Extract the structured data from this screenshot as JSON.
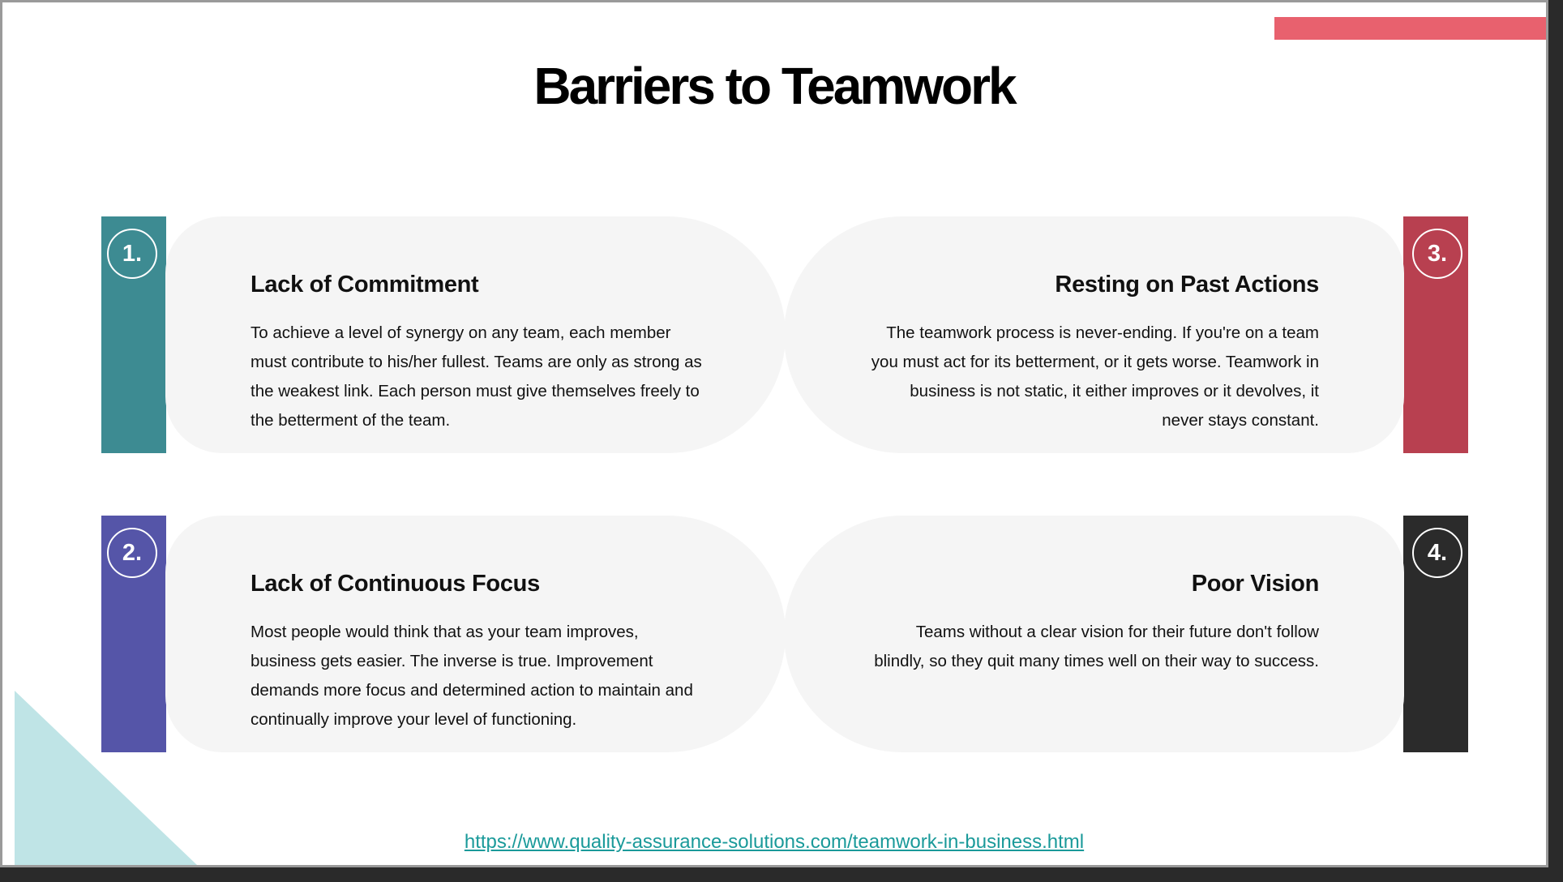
{
  "slide": {
    "title": "Barriers to Teamwork",
    "source_url": "https://www.quality-assurance-solutions.com/teamwork-in-business.html"
  },
  "colors": {
    "accent_top": "#e8616e",
    "corner_triangle": "#bfe4e6",
    "card_fill": "#f5f5f5",
    "link": "#1a9a9a"
  },
  "cards": [
    {
      "number": "1.",
      "heading": "Lack of Commitment",
      "body": "To achieve a level of synergy on any team, each member must contribute to his/her fullest. Teams are only as strong as the weakest link. Each person must give themselves freely to the betterment of the team.",
      "color": "#3d8b92"
    },
    {
      "number": "2.",
      "heading": "Lack of Continuous Focus",
      "body": "Most people would think that as your team improves, business gets easier. The inverse is true. Improvement demands more focus and determined action to maintain and continually improve your level of functioning.",
      "color": "#5555a8"
    },
    {
      "number": "3.",
      "heading": "Resting on Past Actions",
      "body": "The teamwork process is never-ending. If you're on a team you must act for its betterment, or it gets worse. Teamwork in business is not static, it either improves or it devolves, it never stays constant.",
      "color": "#b84050"
    },
    {
      "number": "4.",
      "heading": "Poor Vision",
      "body": "Teams without a clear vision for their future don't follow blindly, so they quit many times well on their way to success.",
      "color": "#2b2b2b"
    }
  ]
}
